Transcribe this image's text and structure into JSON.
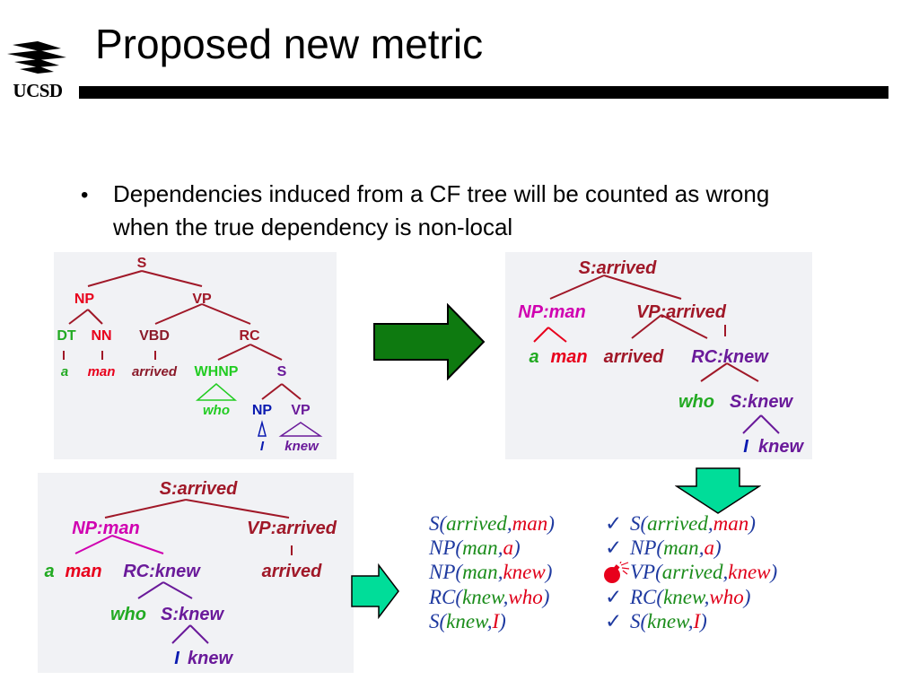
{
  "logo": {
    "text": "UCSD"
  },
  "title": "Proposed new metric",
  "bullet": {
    "mark": "•",
    "text": "Dependencies induced from a CF tree will be counted as wrong when the true dependency is non-local"
  },
  "tree_cf": {
    "S": "S",
    "NP": "NP",
    "VP": "VP",
    "DT": "DT",
    "NN": "NN",
    "VBD": "VBD",
    "RC": "RC",
    "a": "a",
    "man": "man",
    "arrived": "arrived",
    "WHNP": "WHNP",
    "S2": "S",
    "who": "who",
    "NP2": "NP",
    "VP2": "VP",
    "I": "I",
    "knew": "knew"
  },
  "tree_lex_local": {
    "S": "S:arrived",
    "NP": "NP:man",
    "VP": "VP:arrived",
    "a": "a",
    "man": "man",
    "arrived": "arrived",
    "RC": "RC:knew",
    "who": "who",
    "S2": "S:knew",
    "I": "I",
    "knew": "knew"
  },
  "tree_lex_nonlocal": {
    "S": "S:arrived",
    "NP": "NP:man",
    "VP": "VP:arrived",
    "a": "a",
    "man": "man",
    "RC": "RC:knew",
    "arrived": "arrived",
    "who": "who",
    "S2": "S:knew",
    "I": "I",
    "knew": "knew"
  },
  "dependencies_left": [
    {
      "pred": "S",
      "arg1": "arrived",
      "arg2": "man"
    },
    {
      "pred": "NP",
      "arg1": "man",
      "arg2": "a"
    },
    {
      "pred": "NP",
      "arg1": "man",
      "arg2": "knew"
    },
    {
      "pred": "RC",
      "arg1": "knew",
      "arg2": "who"
    },
    {
      "pred": "S",
      "arg1": "knew",
      "arg2": "I"
    }
  ],
  "dependencies_right": [
    {
      "mark": "check",
      "pred": "S",
      "arg1": "arrived",
      "arg2": "man"
    },
    {
      "mark": "check",
      "pred": "NP",
      "arg1": "man",
      "arg2": "a"
    },
    {
      "mark": "bomb",
      "pred": "VP",
      "arg1": "arrived",
      "arg2": "knew"
    },
    {
      "mark": "check",
      "pred": "RC",
      "arg1": "knew",
      "arg2": "who"
    },
    {
      "mark": "check",
      "pred": "S",
      "arg1": "knew",
      "arg2": "I"
    }
  ],
  "punct": {
    "open": "(",
    "comma": ",",
    "close": ")",
    "check": "✓"
  },
  "colors": {
    "tree_line": "#a01828",
    "green": "#22cc22",
    "red": "#e8001c",
    "magenta": "#d000b0",
    "blue": "#0a1ab0",
    "purple": "#6a1a9a",
    "arrow_dark": "#0e7a10",
    "arrow_light": "#00dd99"
  }
}
